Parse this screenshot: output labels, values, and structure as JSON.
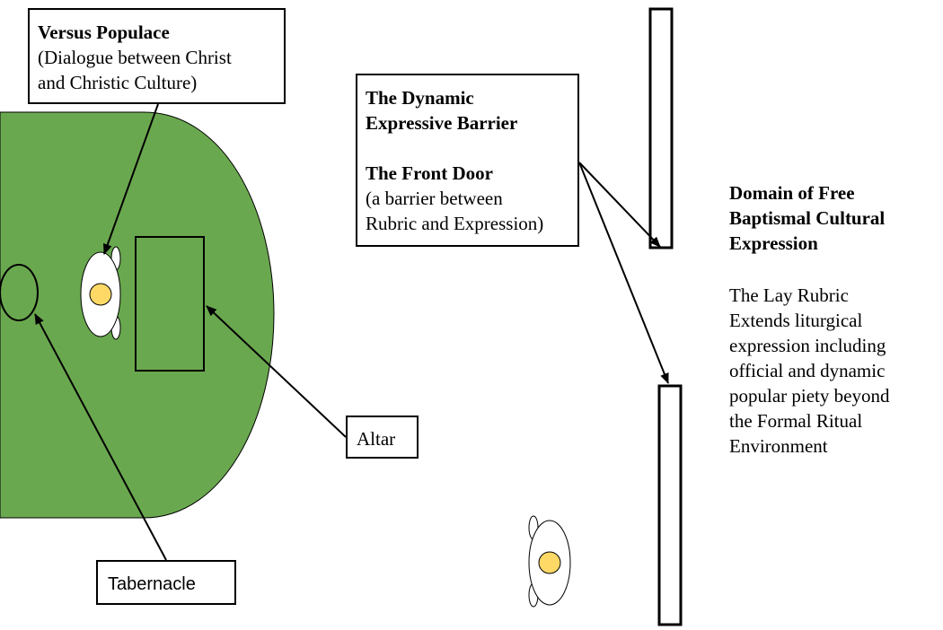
{
  "colors": {
    "sanctuary": "#6aa84f",
    "head": "#ffd966",
    "line": "#000000",
    "background": "#ffffff"
  },
  "versus_populace": {
    "title": "Versus Populace",
    "line1": "(Dialogue between Christ",
    "line2": "and Christic Culture)"
  },
  "barrier": {
    "title_line1": "The Dynamic",
    "title_line2": "Expressive Barrier",
    "door_title": "The Front Door",
    "door_line1": "(a barrier between",
    "door_line2": "Rubric and Expression)"
  },
  "altar": {
    "label": "Altar"
  },
  "tabernacle": {
    "label": "Tabernacle"
  },
  "domain": {
    "title_line1": "Domain of Free",
    "title_line2": "Baptismal Cultural",
    "title_line3": "Expression",
    "body_line1": "The Lay Rubric",
    "body_line2": "Extends liturgical",
    "body_line3": "expression including",
    "body_line4": "official and dynamic",
    "body_line5": "popular piety beyond",
    "body_line6": "the Formal Ritual",
    "body_line7": "Environment"
  }
}
